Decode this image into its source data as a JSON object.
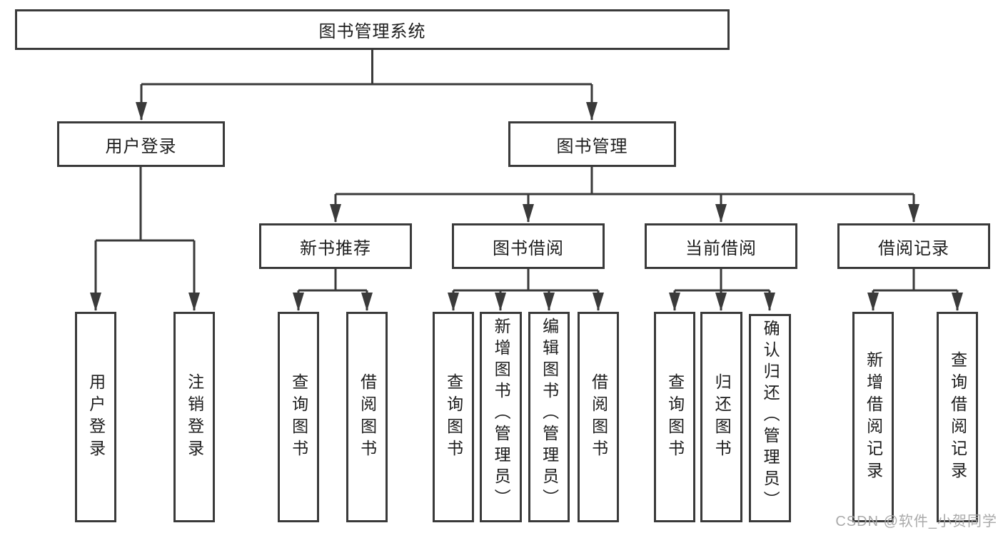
{
  "diagram": {
    "title": "图书管理系统",
    "root": {
      "label": "图书管理系统"
    },
    "branches": [
      {
        "label": "用户登录",
        "children": [
          {
            "label": "用户登录"
          },
          {
            "label": "注销登录"
          }
        ]
      },
      {
        "label": "图书管理",
        "children": [
          {
            "label": "新书推荐",
            "children": [
              {
                "label": "查询图书"
              },
              {
                "label": "借阅图书"
              }
            ]
          },
          {
            "label": "图书借阅",
            "children": [
              {
                "label": "查询图书"
              },
              {
                "label": "新增图书（管理员）"
              },
              {
                "label": "编辑图书（管理员）"
              },
              {
                "label": "借阅图书"
              }
            ]
          },
          {
            "label": "当前借阅",
            "children": [
              {
                "label": "查询图书"
              },
              {
                "label": "归还图书"
              },
              {
                "label": "确认归还（管理员）"
              }
            ]
          },
          {
            "label": "借阅记录",
            "children": [
              {
                "label": "新增借阅记录"
              },
              {
                "label": "查询借阅记录"
              }
            ]
          }
        ]
      }
    ]
  },
  "watermark": {
    "text": "CSDN @软件_小贺同学"
  },
  "colors": {
    "line": "#3a3a3a",
    "text": "#1d1d1d",
    "background": "#ffffff",
    "watermark": "#a5a5a5"
  }
}
